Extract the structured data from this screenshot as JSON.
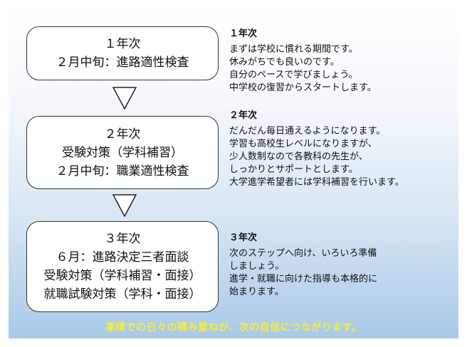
{
  "years": [
    {
      "box_lines": [
        "１年次",
        "２月中旬：進路適性検査"
      ],
      "heading": "１年次",
      "desc_lines": [
        "まずは学校に慣れる期間です。",
        "休みがちでも良いのです。",
        "自分のペースで学びましょう。",
        "中学校の復習からスタートします。"
      ]
    },
    {
      "box_lines": [
        "２年次",
        "受験対策（学科補習）",
        "２月中旬：職業適性検査"
      ],
      "heading": "２年次",
      "desc_lines": [
        "だんだん毎日通えるようになります。",
        "学習も高校生レベルになりますが、",
        "少人数制なので各教科の先生が、",
        "しっかりとサポートとします。",
        "大学進学希望者には学科補習を行います。"
      ]
    },
    {
      "box_lines": [
        "３年次",
        "６月：進路決定三者面談",
        "受験対策（学科補習・面接）",
        "就職試験対策（学科・面接）"
      ],
      "heading": "３年次",
      "desc_lines": [
        "次のステップへ向け、いろいろ準備",
        "しましょう。",
        "進学・就職に向けた指導も本格的に",
        "始まります。"
      ]
    }
  ],
  "footer": "凛晴での日々の積み重ねが、次の自信につながります。",
  "colors": {
    "footer_text": "#f1ee3c",
    "panel_bottom": "#a9c9e8",
    "border": "#333333"
  },
  "icons": {
    "arrow": "down-triangle-outline"
  }
}
